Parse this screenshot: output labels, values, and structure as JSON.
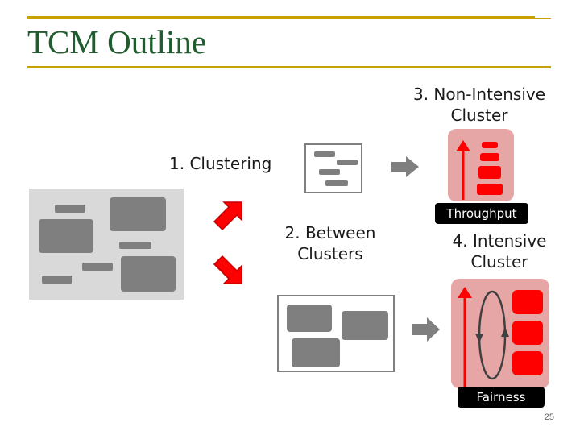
{
  "slide": {
    "title": "TCM Outline",
    "page_number": "25"
  },
  "labels": {
    "clustering": "1. Clustering",
    "between": "2. Between\nClusters",
    "non_intensive": "3. Non-Intensive\nCluster",
    "intensive": "4. Intensive\nCluster",
    "throughput": "Throughput",
    "fairness": "Fairness"
  },
  "colors": {
    "title_green": "#1f5c2e",
    "rule_gold": "#c8a000",
    "gray_box": "#7f7f7f",
    "light_gray": "#d9d9d9",
    "red": "#ff0000",
    "dark_red": "#c00000",
    "pink": "#e6a6a6"
  },
  "icons": [
    "arrow-right-icon",
    "arrow-diagonal-icon",
    "arrow-up-icon",
    "cycle-arrow-icon"
  ]
}
